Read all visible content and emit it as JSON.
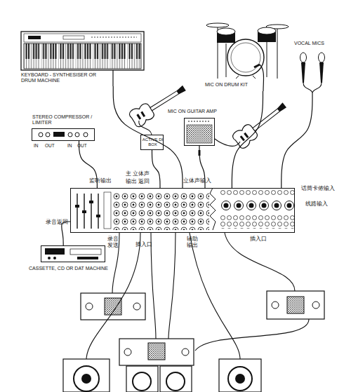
{
  "diagram": {
    "nodes": [
      {
        "text": [
          "KEYBOARD - SYNTHESISER OR DRUM MACHINE"
        ]
      },
      {
        "text": [
          "MIC ON DRUM KIT"
        ]
      },
      {
        "text": [
          "VOCAL MICS"
        ]
      },
      {
        "text": [
          "STEREO COMPRESSOR / LIMITER",
          "IN",
          "OUT",
          "IN",
          "OUT"
        ]
      },
      {
        "text": [
          "ACTIVE DI BOX"
        ]
      },
      {
        "text": [
          "MIC ON GUITAR AMP"
        ]
      },
      {
        "text": [
          "监听输出",
          "主 立体声",
          "输出 返回",
          "立体声输入",
          "话筒卡侬输入",
          "线路输入",
          "录音返回",
          "录音 发送",
          "插入口",
          "辅助 输出",
          "插入口"
        ]
      },
      {
        "text": [
          "CASSETTE, CD OR DAT MACHINE"
        ]
      }
    ],
    "edges": [
      {
        "from": 0,
        "to": 6,
        "arrow": "none"
      },
      {
        "from": 1,
        "to": 6,
        "arrow": "none"
      },
      {
        "from": 2,
        "to": 6,
        "arrow": "none"
      },
      {
        "from": 3,
        "to": 6,
        "arrow": "none"
      },
      {
        "from": 4,
        "to": 6,
        "arrow": "none"
      },
      {
        "from": 5,
        "to": 6,
        "arrow": "none"
      },
      {
        "from": 7,
        "to": 6,
        "arrow": "none"
      }
    ]
  }
}
